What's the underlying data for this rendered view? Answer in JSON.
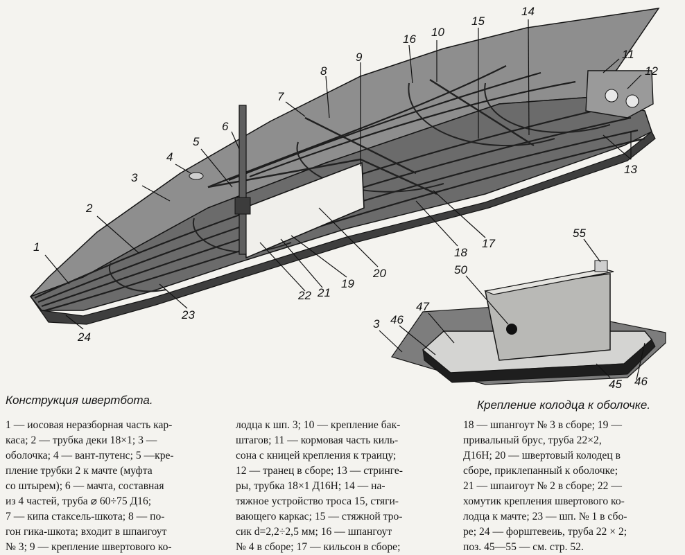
{
  "captions": {
    "main": "Конструкция швертбота.",
    "detail": "Крепление колодца к оболочке."
  },
  "callouts": [
    "1",
    "2",
    "3",
    "4",
    "5",
    "6",
    "7",
    "8",
    "9",
    "10",
    "11",
    "12",
    "13",
    "14",
    "15",
    "16",
    "17",
    "18",
    "19",
    "20",
    "21",
    "22",
    "23",
    "24",
    "55",
    "50",
    "47",
    "46",
    "3",
    "45",
    "46"
  ],
  "legend": {
    "col1": [
      "1 — иосовая неразборная часть кар-",
      "каса; 2 — трубка деки 18×1; 3 —",
      "оболочка; 4 — вант-путенс; 5 —кре-",
      "пление трубки 2 к мачте (муфта",
      "со штырем); 6 — мачта, составная",
      "из 4 частей, труба ⌀ 60÷75 Д16;",
      "7 — кипа стаксель-шкота; 8 — по-",
      "гон гика-шкота; входит в шпаигоут",
      "№ 3; 9 — крепление швертового ко-"
    ],
    "col2": [
      "лодца к шп. 3; 10 — крепление бак-",
      "штагов; 11 — кормовая часть киль-",
      "сона с кницей крепления к траицу;",
      "12 — транец в сборе; 13 — стринге-",
      "ры, трубка 18×1 Д16Н; 14 — на-",
      "тяжное устройство троса 15, стяги-",
      "вающего каркас; 15 — стяжной тро-",
      "сик d=2,2÷2,5 мм; 16 — шпангоут",
      "№ 4 в сборе; 17 — кильсон в сборе;"
    ],
    "col3": [
      "18 — шпангоут № 3 в сборе; 19 —",
      "привальный брус, труба 22×2,",
      "Д16Н; 20 — швертовый колодец в",
      "сборе, приклепанный к оболочке;",
      "21 — шпаигоут № 2 в сборе; 22 —",
      "хомутик крепления швертового ко-",
      "лодца к мачте; 23 — шп. № 1 в сбо-",
      "ре; 24 — форштевеиь, труба 22 × 2;",
      "поз. 45—55 — см. стр. 52."
    ]
  },
  "colors": {
    "hull": "#8f8f8f",
    "hull_dark": "#4a4a4a",
    "line": "#151515",
    "paper": "#f4f3ef"
  }
}
